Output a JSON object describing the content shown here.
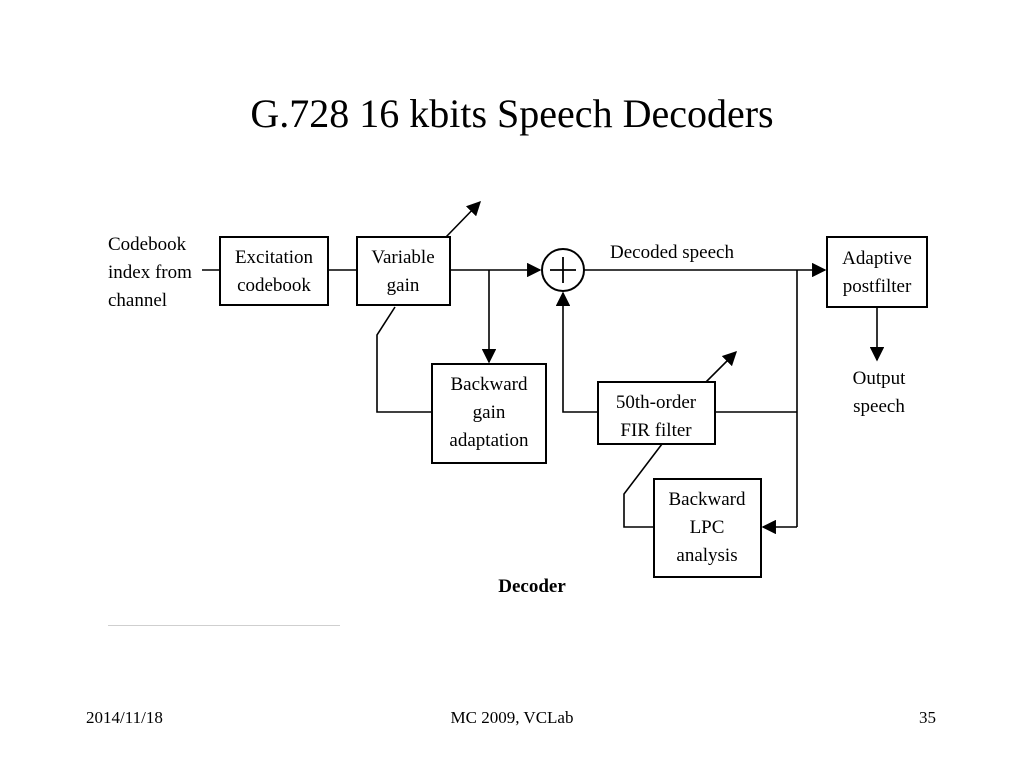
{
  "slide": {
    "title": "G.728 16 kbits Speech Decoders"
  },
  "diagram": {
    "input_label": [
      "Codebook",
      "index from",
      "channel"
    ],
    "excitation_codebook": [
      "Excitation",
      "codebook"
    ],
    "variable_gain": [
      "Variable",
      "gain"
    ],
    "backward_gain_adaptation": [
      "Backward",
      "gain",
      "adaptation"
    ],
    "adder_symbol": "+",
    "decoded_speech_label": "Decoded speech",
    "adaptive_postfilter": [
      "Adaptive",
      "postfilter"
    ],
    "output_label": [
      "Output",
      "speech"
    ],
    "fir_filter": [
      "50th-order",
      "FIR filter"
    ],
    "backward_lpc_analysis": [
      "Backward",
      "LPC",
      "analysis"
    ],
    "caption": "Decoder"
  },
  "footer": {
    "date": "2014/11/18",
    "course": "MC 2009, VCLab",
    "page_number": "35"
  }
}
